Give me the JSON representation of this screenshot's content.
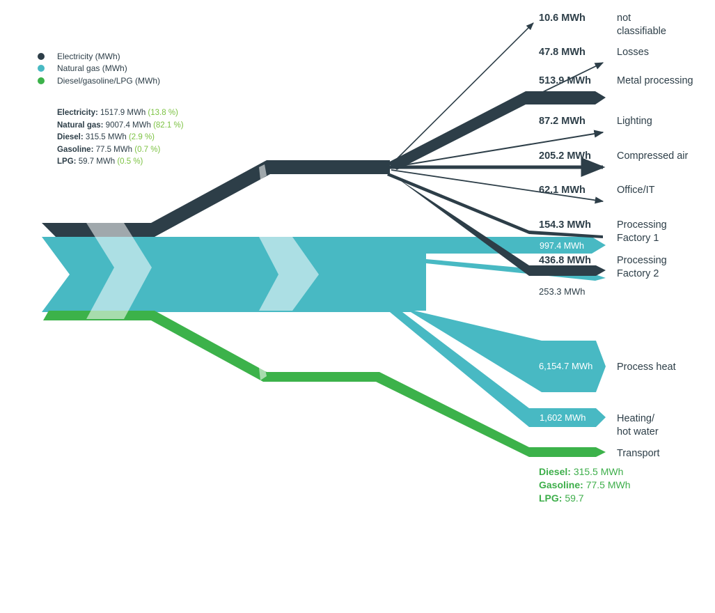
{
  "colors": {
    "electricity": "#2d3e48",
    "natural_gas": "#48b9c3",
    "diesel_gasoline_lpg": "#3cb24a",
    "percent_text": "#7cc242",
    "chevron": "#dff2f4"
  },
  "legend": [
    {
      "label": "Electricity (MWh)",
      "color": "#2d3e48"
    },
    {
      "label": "Natural gas (MWh)",
      "color": "#48b9c3"
    },
    {
      "label": "Diesel/gasoline/LPG (MWh)",
      "color": "#3cb24a"
    }
  ],
  "totals": [
    {
      "label": "Electricity:",
      "value": "1517.9 MWh",
      "percent": "(13.8 %)"
    },
    {
      "label": "Natural gas:",
      "value": "9007.4 MWh",
      "percent": "(82.1 %)"
    },
    {
      "label": "Diesel:",
      "value": "315.5 MWh",
      "percent": "(2.9 %)"
    },
    {
      "label": "Gasoline:",
      "value": "77.5 MWh",
      "percent": "(0.7 %)"
    },
    {
      "label": "LPG:",
      "value": "59.7 MWh",
      "percent": "(0.5 %)"
    }
  ],
  "chart_data": {
    "type": "sankey",
    "sources": [
      {
        "name": "Electricity",
        "value_mwh": 1517.9
      },
      {
        "name": "Natural gas",
        "value_mwh": 9007.4
      },
      {
        "name": "Diesel/gasoline/LPG",
        "value_mwh": 452.9
      }
    ],
    "electricity_flows": [
      {
        "value_label": "10.6 MWh",
        "target": "not classifiable",
        "value": 10.6
      },
      {
        "value_label": "47.8 MWh",
        "target": "Losses",
        "value": 47.8
      },
      {
        "value_label": "513.9 MWh",
        "target": "Metal processing",
        "value": 513.9
      },
      {
        "value_label": "87.2 MWh",
        "target": "Lighting",
        "value": 87.2
      },
      {
        "value_label": "205.2 MWh",
        "target": "Compressed air",
        "value": 205.2
      },
      {
        "value_label": "62.1 MWh",
        "target": "Office/IT",
        "value": 62.1
      },
      {
        "value_label": "154.3 MWh",
        "target": "Processing Factory 1",
        "value": 154.3
      },
      {
        "value_label": "436.8 MWh",
        "target": "Processing Factory 2",
        "value": 436.8
      }
    ],
    "gas_flows": [
      {
        "value_label": "997.4 MWh",
        "target": "Processing Factory 1",
        "value": 997.4
      },
      {
        "value_label": "253.3 MWh",
        "target": "Processing Factory 2",
        "value": 253.3
      },
      {
        "value_label": "6,154.7 MWh",
        "target": "Process heat",
        "value": 6154.7
      },
      {
        "value_label": "1,602 MWh",
        "target": "Heating/ hot water",
        "value": 1602
      }
    ],
    "fuel_flows": [
      {
        "target": "Transport",
        "value": 452.9
      }
    ]
  },
  "targets": {
    "not_classifiable": [
      "not",
      "classifiable"
    ],
    "losses": "Losses",
    "metal_processing": "Metal processing",
    "lighting": "Lighting",
    "compressed_air": "Compressed air",
    "office_it": "Office/IT",
    "factory1": [
      "Processing",
      "Factory 1"
    ],
    "factory2": [
      "Processing",
      "Factory 2"
    ],
    "process_heat": "Process heat",
    "heating": [
      "Heating/",
      "hot water"
    ],
    "transport": "Transport"
  },
  "transport_detail": [
    {
      "label": "Diesel:",
      "value": "315.5 MWh"
    },
    {
      "label": "Gasoline:",
      "value": "77.5 MWh"
    },
    {
      "label": "LPG:",
      "value": "59.7"
    }
  ]
}
